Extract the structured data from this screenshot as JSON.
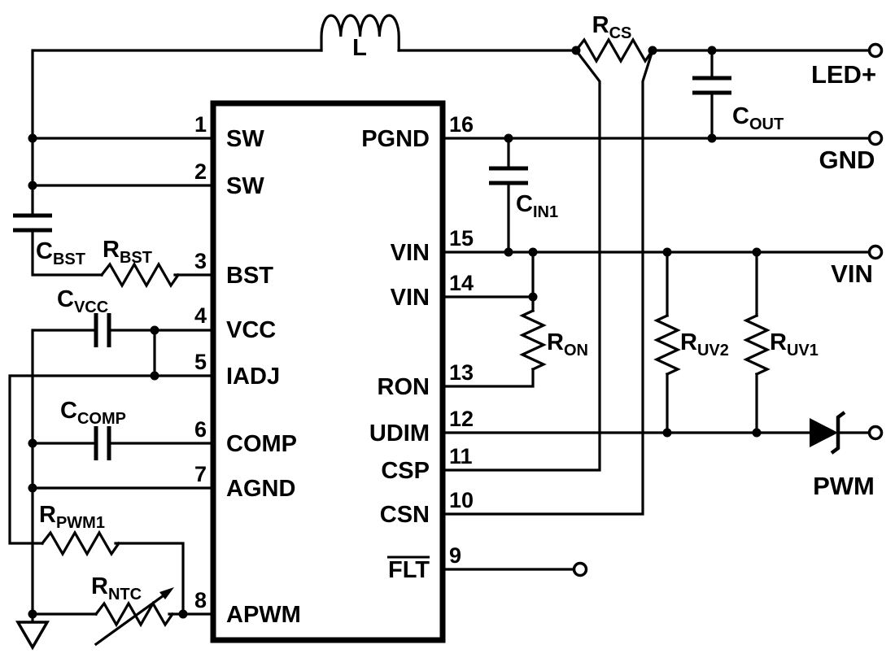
{
  "ic": {
    "left_pins": [
      {
        "num": "1",
        "name": "SW"
      },
      {
        "num": "2",
        "name": "SW"
      },
      {
        "num": "3",
        "name": "BST"
      },
      {
        "num": "4",
        "name": "VCC"
      },
      {
        "num": "5",
        "name": "IADJ"
      },
      {
        "num": "6",
        "name": "COMP"
      },
      {
        "num": "7",
        "name": "AGND"
      },
      {
        "num": "8",
        "name": "APWM"
      }
    ],
    "right_pins": [
      {
        "num": "16",
        "name": "PGND"
      },
      {
        "num": "15",
        "name": "VIN"
      },
      {
        "num": "14",
        "name": "VIN"
      },
      {
        "num": "13",
        "name": "RON"
      },
      {
        "num": "12",
        "name": "UDIM"
      },
      {
        "num": "11",
        "name": "CSP"
      },
      {
        "num": "10",
        "name": "CSN"
      },
      {
        "num": "9",
        "name": "FLT",
        "overline": true
      }
    ]
  },
  "labels": {
    "inductor": "L",
    "rcs": {
      "main": "R",
      "sub": "CS"
    },
    "cout": {
      "main": "C",
      "sub": "OUT"
    },
    "cin1": {
      "main": "C",
      "sub": "IN1"
    },
    "ron": {
      "main": "R",
      "sub": "ON"
    },
    "ruv2": {
      "main": "R",
      "sub": "UV2"
    },
    "ruv1": {
      "main": "R",
      "sub": "UV1"
    },
    "cbst": {
      "main": "C",
      "sub": "BST"
    },
    "rbst": {
      "main": "R",
      "sub": "BST"
    },
    "cvcc": {
      "main": "C",
      "sub": "VCC"
    },
    "ccomp": {
      "main": "C",
      "sub": "COMP"
    },
    "rpwm1": {
      "main": "R",
      "sub": "PWM1"
    },
    "rntc": {
      "main": "R",
      "sub": "NTC"
    }
  },
  "terminals": {
    "led_plus": "LED+",
    "gnd": "GND",
    "vin": "VIN",
    "pwm": "PWM"
  },
  "colors": {
    "line": "#000000",
    "background": "#ffffff"
  }
}
